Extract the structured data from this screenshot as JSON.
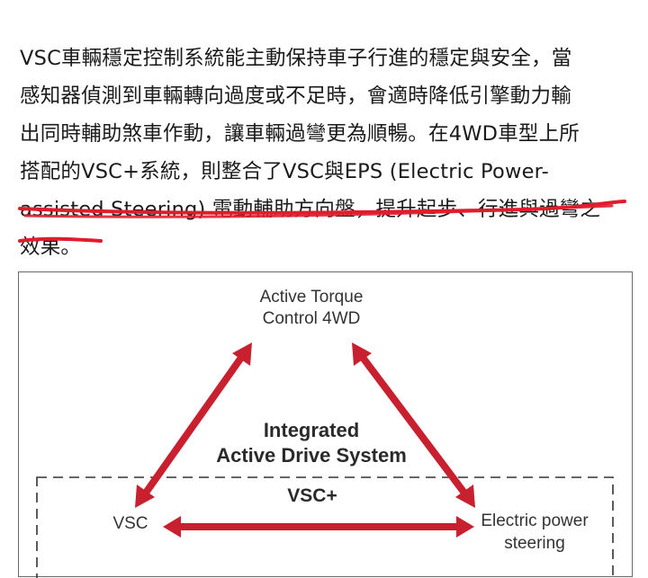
{
  "article": {
    "lines": [
      "VSC車輛穩定控制系統能主動保持車子行進的穩定與安全，當",
      "感知器偵測到車輛轉向過度或不足時，會適時降低引擎動力輸",
      "出同時輔助煞車作動，讓車輛過彎更為順暢。在4WD車型上所",
      "搭配的VSC+系統，則整合了VSC與EPS (Electric Power-",
      "assisted Steering) 電動輔助方向盤，提升起步、行進與過彎之",
      "效果。"
    ]
  },
  "diagram": {
    "top_node": "Active Torque\nControl 4WD",
    "center_title": "Integrated\nActive Drive System",
    "subsystem_label": "VSC+",
    "left_node": "VSC",
    "right_node": "Electric power\nsteering"
  },
  "colors": {
    "arrow": "#c8202f",
    "underline": "#e01d2d",
    "text": "#1a1a1a"
  }
}
